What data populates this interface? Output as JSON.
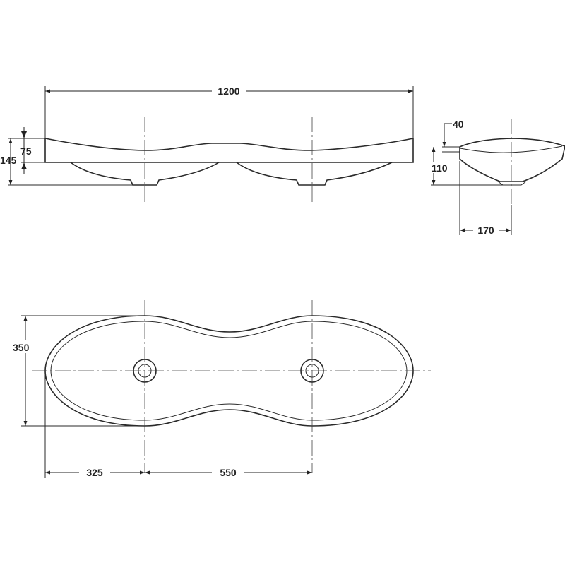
{
  "dimensions": {
    "overall_length": "1200",
    "total_height": "145",
    "rim_height": "75",
    "bowl_depth": "110",
    "rim_drop": "40",
    "section_width": "170",
    "overall_width": "350",
    "edge_to_drain": "325",
    "drain_spacing": "550"
  },
  "colors": {
    "line": "#2a2a2a",
    "background": "#ffffff"
  }
}
